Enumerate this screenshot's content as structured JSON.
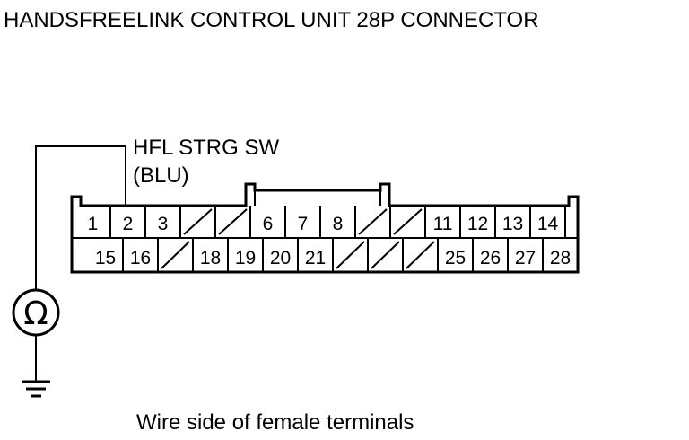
{
  "title": "HANDSFREELINK CONTROL UNIT 28P CONNECTOR",
  "probe_label": "HFL STRG SW",
  "probe_wire_color": "(BLU)",
  "meter_symbol": "Ω",
  "caption": "Wire side of female terminals",
  "connector": {
    "row1": [
      "1",
      "2",
      "3",
      "",
      "",
      "6",
      "7",
      "8",
      "",
      "",
      "11",
      "12",
      "13",
      "14"
    ],
    "row2": [
      "15",
      "16",
      "",
      "18",
      "19",
      "20",
      "21",
      "",
      "",
      "",
      "25",
      "26",
      "27",
      "28"
    ]
  }
}
